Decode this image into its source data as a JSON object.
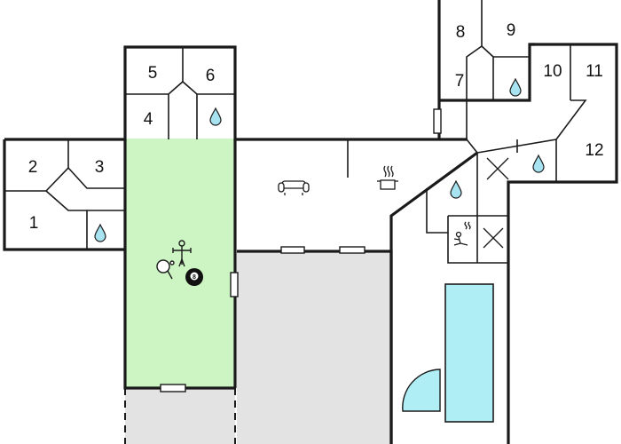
{
  "plan": {
    "rooms": [
      {
        "id": "1",
        "label": "1"
      },
      {
        "id": "2",
        "label": "2"
      },
      {
        "id": "3",
        "label": "3"
      },
      {
        "id": "4",
        "label": "4"
      },
      {
        "id": "5",
        "label": "5"
      },
      {
        "id": "6",
        "label": "6"
      },
      {
        "id": "7",
        "label": "7"
      },
      {
        "id": "8",
        "label": "8"
      },
      {
        "id": "9",
        "label": "9"
      },
      {
        "id": "10",
        "label": "10"
      },
      {
        "id": "11",
        "label": "11"
      },
      {
        "id": "12",
        "label": "12"
      }
    ],
    "billiard_ball_number": "8",
    "colors": {
      "activity_room": "#ccf5c3",
      "grey_area": "#e3e3e3",
      "pool_water": "#b0eef6",
      "icon_blue": "#a7e3f0",
      "wall": "#1a1a1a"
    },
    "icons": [
      "water-drop-icon",
      "sofa-icon",
      "cooking-pot-icon",
      "table-football-icon",
      "table-tennis-icon",
      "billiard-ball-icon",
      "sauna-icon",
      "cross-mark-icon"
    ]
  }
}
